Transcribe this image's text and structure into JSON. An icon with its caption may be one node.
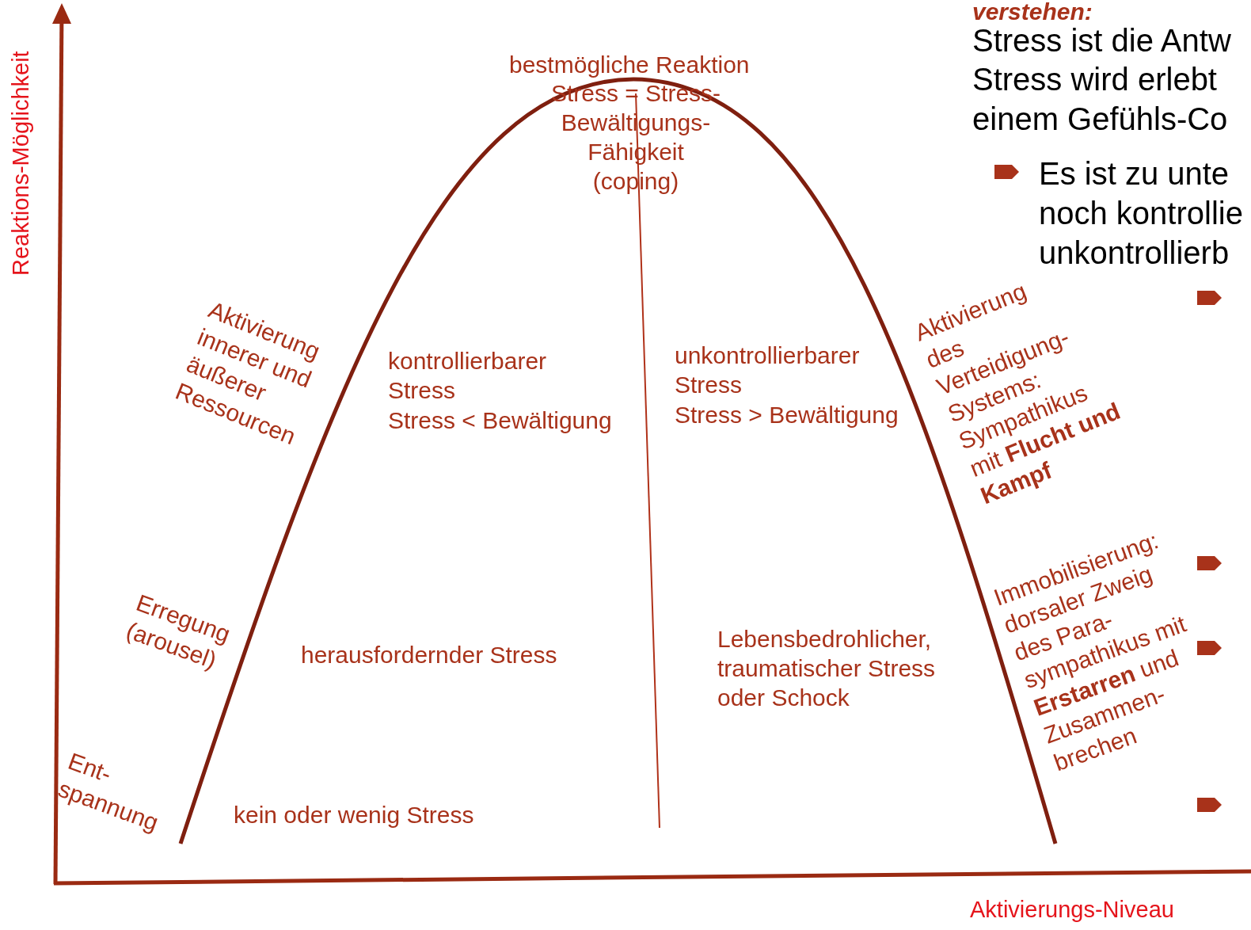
{
  "diagram": {
    "title": "verstehen:",
    "labels": [
      "Stress ist die Antw",
      "Stress wird erlebt",
      "einem Gefühls-Co",
      "Es ist zu unte",
      "noch kontrollie",
      "unkontrollierb",
      "Reaktions-Möglichkeit",
      "bestmögliche Reaktion",
      "Stress = Stress- Bewältigungs- Fähigkeit (coping)",
      "Aktivierung innerer und äußerer Ressourcen",
      "kontrollierbarer Stress",
      "Stress < Bewältigung",
      "unkontrollierbarer Stress",
      "Stress > Bewältigung",
      "Aktivierung des Verteidigung- Systems: Sympathikus mit **Flucht und Kampf**",
      "Erregung (arousel)",
      "herausfordernder Stress",
      "Lebensbedrohlicher, traumatischer Stress oder Schock",
      "Immobilisierung: dorsaler Zweig des Para- sympathikus mit **Erstarren** und Zusammen- brechen",
      "Ent- spannung",
      "kein oder wenig Stress",
      "Aktivierungs-Niveau"
    ]
  }
}
